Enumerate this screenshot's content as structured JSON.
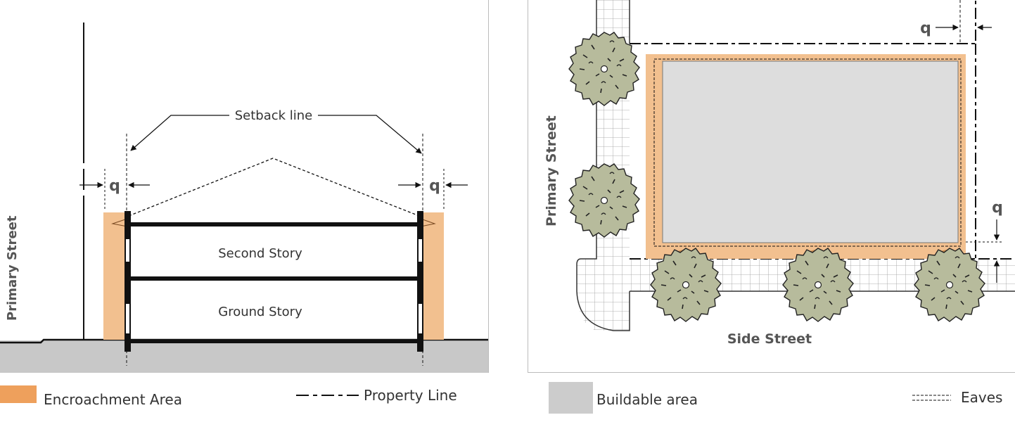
{
  "section": {
    "setback_label": "Setback line",
    "q_left": "q",
    "q_right": "q",
    "second_story": "Second Story",
    "ground_story": "Ground Story",
    "primary_street": "Primary Street",
    "legend_encroachment": "Encroachment Area",
    "legend_property_line": "Property Line"
  },
  "plan": {
    "q_top": "q",
    "q_right": "q",
    "primary_street": "Primary Street",
    "side_street": "Side Street",
    "legend_buildable": "Buildable area",
    "legend_eaves": "Eaves"
  },
  "colors": {
    "encroachment": "#f2c08f",
    "encroachment_legend": "#eea05c",
    "buildable": "#dddddd",
    "ground": "#c8c8c8",
    "tree": "#b7bb9c",
    "tree_brown": "#c68a4e"
  }
}
